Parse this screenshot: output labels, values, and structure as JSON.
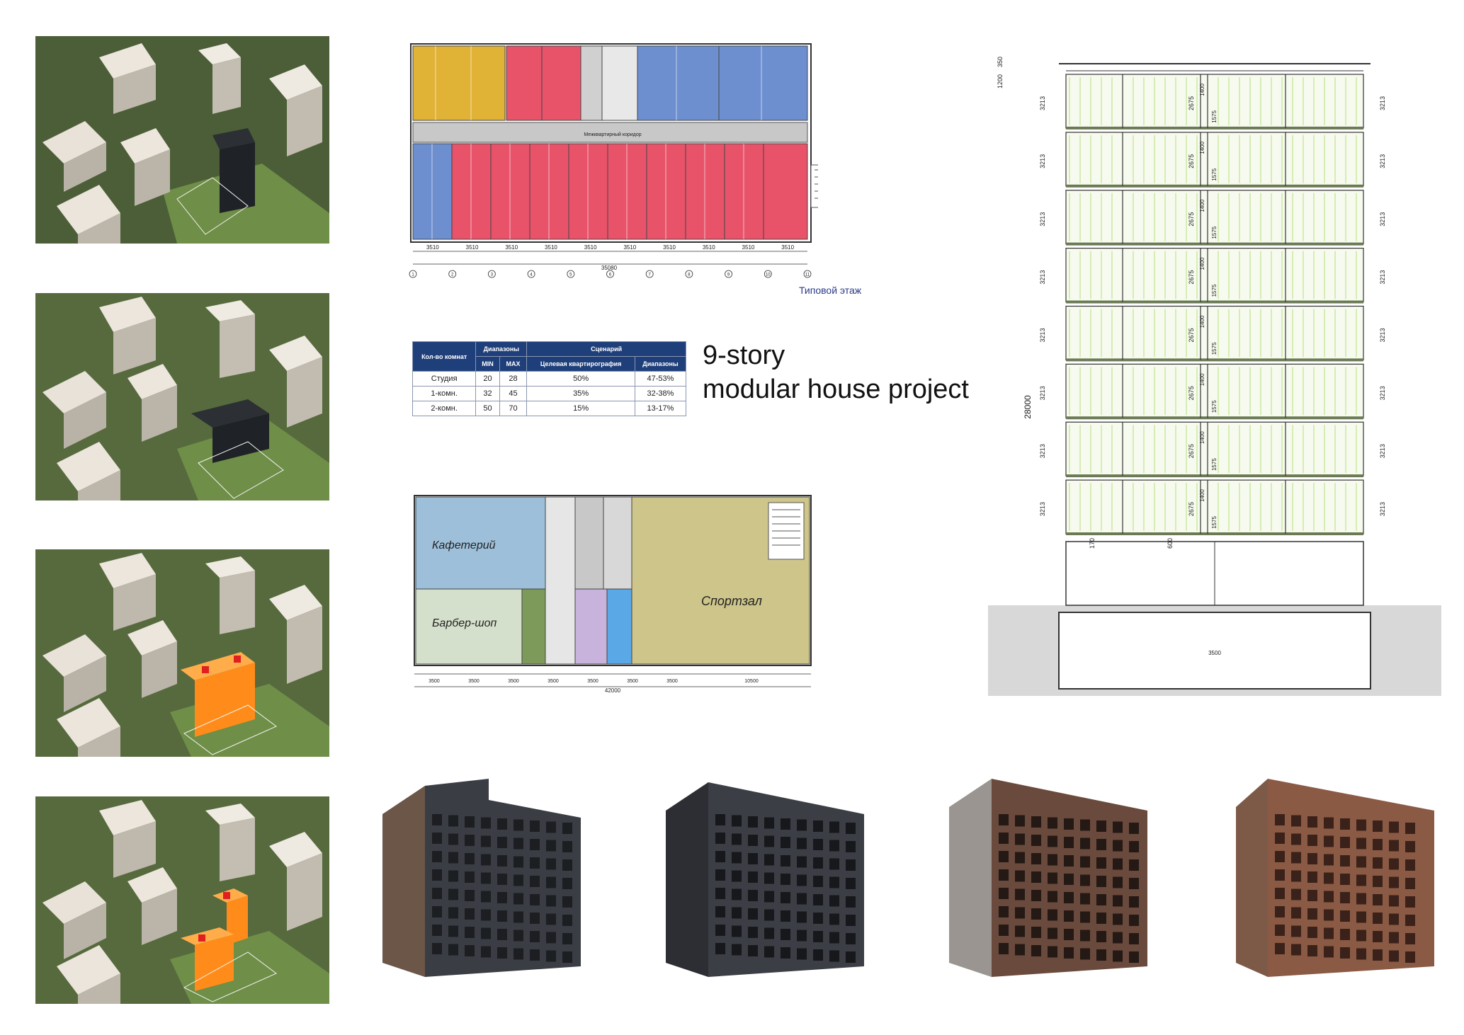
{
  "project_title": {
    "line1": "9-story",
    "line2": "modular house project"
  },
  "typical_floor": {
    "caption": "Типовой этаж",
    "corridor_label": "Межквартирный коридор",
    "module_dims": [
      "3510",
      "3510",
      "3510",
      "3510",
      "3510",
      "3510",
      "3510",
      "3510",
      "3510",
      "3510"
    ],
    "total_dim": "35080",
    "axes": [
      "1",
      "2",
      "3",
      "4",
      "5",
      "6",
      "7",
      "8",
      "9",
      "10",
      "11"
    ]
  },
  "apartment_mix": {
    "col_rooms": "Кол-во комнат",
    "group_ranges": "Диапазоны",
    "group_scenario": "Сценарий",
    "col_min": "MIN",
    "col_max": "MAX",
    "col_target": "Целевая квартирография",
    "col_range": "Диапазоны",
    "rows": [
      {
        "name": "Студия",
        "min": "20",
        "max": "28",
        "target": "50%",
        "range": "47-53%"
      },
      {
        "name": "1-комн.",
        "min": "32",
        "max": "45",
        "target": "35%",
        "range": "32-38%"
      },
      {
        "name": "2-комн.",
        "min": "50",
        "max": "70",
        "target": "15%",
        "range": "13-17%"
      }
    ]
  },
  "ground_floor": {
    "rooms": {
      "cafe": "Кафетерий",
      "barber": "Барбер-шоп",
      "gym": "Спортзал"
    },
    "dims": [
      "3500",
      "3500",
      "3500",
      "3500",
      "3500",
      "3500",
      "3500",
      "10500"
    ],
    "total_dim": "42000"
  },
  "section": {
    "total_height": "28000",
    "floor_height": "3213",
    "module_height": "2675",
    "dim_1400": "1400",
    "dim_1575": "1575",
    "roof_dims": [
      "350",
      "1200"
    ],
    "base_dims": [
      "170",
      "600"
    ],
    "basement_dim": "3500"
  },
  "colors": {
    "studio": "#e8536a",
    "one_room": "#6d8fd0",
    "two_room": "#e0b236",
    "cafe": "#9dbfd9",
    "barber": "#d5e0cc",
    "gym": "#cdc58a",
    "modules": "#ff8c1a",
    "roof_red": "#e02020"
  },
  "aerials": [
    {
      "scenario": "dark-block"
    },
    {
      "scenario": "dark-block-alt"
    },
    {
      "scenario": "modules-block"
    },
    {
      "scenario": "modules-stepped"
    }
  ],
  "facades": [
    {
      "scheme": "grey-brown"
    },
    {
      "scheme": "dark-grey"
    },
    {
      "scheme": "light-grey-brick"
    },
    {
      "scheme": "brown-red"
    }
  ]
}
